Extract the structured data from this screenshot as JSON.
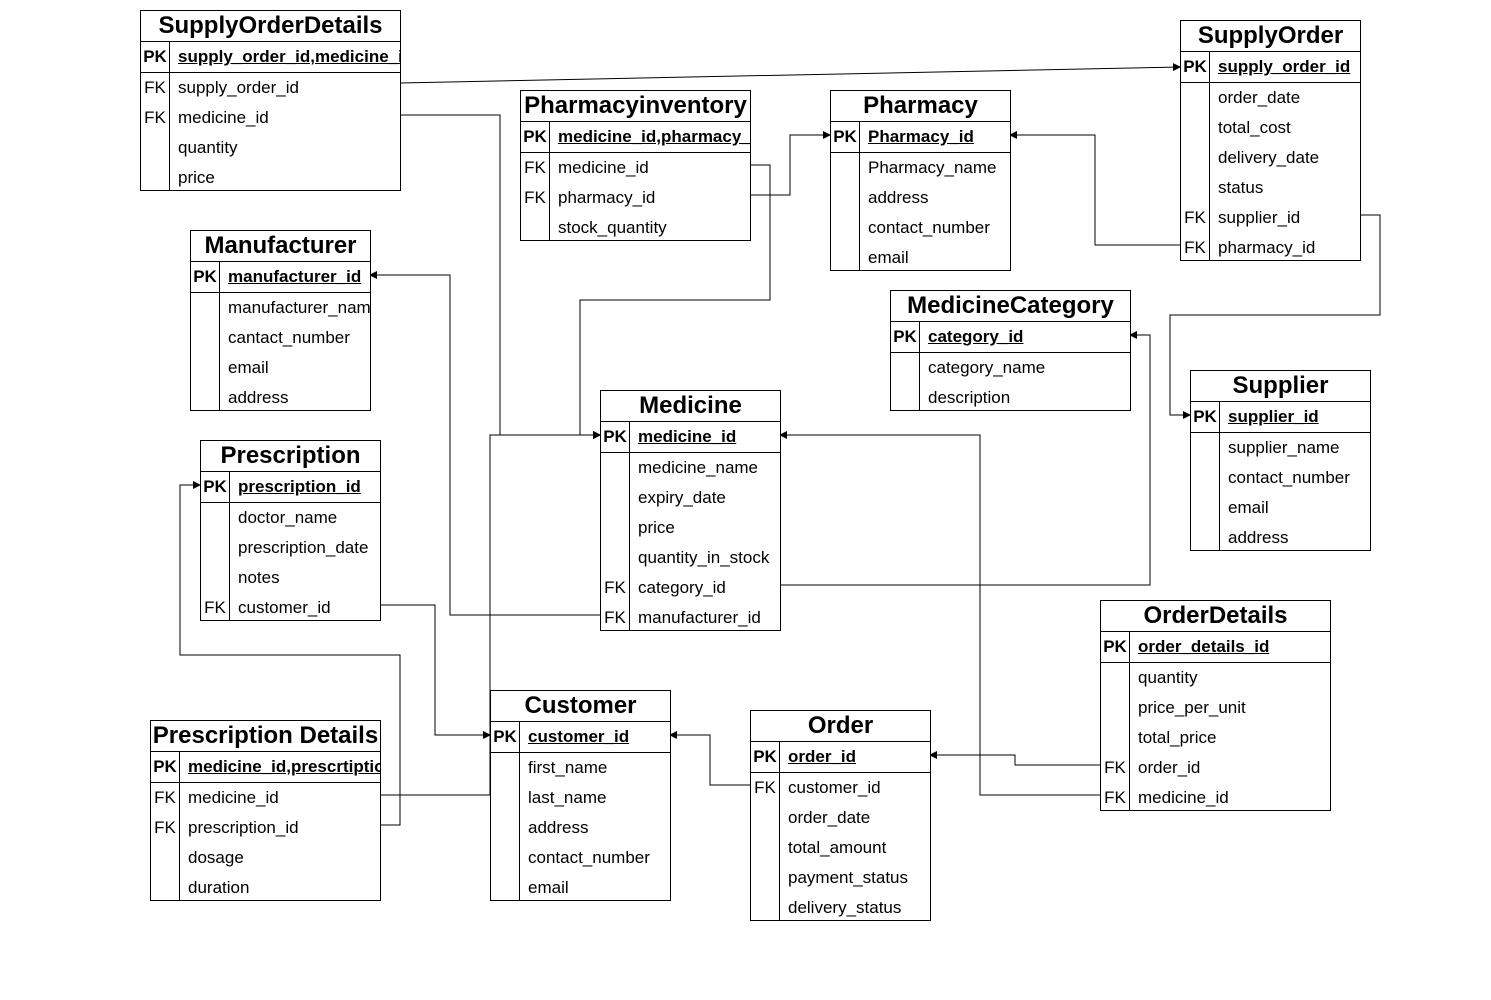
{
  "entities": [
    {
      "id": "supply_order_details",
      "title": "SupplyOrderDetails",
      "pk": "supply_order_id,medicine_id",
      "rows": [
        {
          "key": "FK",
          "field": "supply_order_id"
        },
        {
          "key": "FK",
          "field": "medicine_id"
        },
        {
          "key": "",
          "field": "quantity"
        },
        {
          "key": "",
          "field": "price"
        }
      ]
    },
    {
      "id": "supply_order",
      "title": "SupplyOrder",
      "pk": "supply_order_id",
      "rows": [
        {
          "key": "",
          "field": "order_date"
        },
        {
          "key": "",
          "field": "total_cost"
        },
        {
          "key": "",
          "field": "delivery_date"
        },
        {
          "key": "",
          "field": "status"
        },
        {
          "key": "FK",
          "field": "supplier_id"
        },
        {
          "key": "FK",
          "field": "pharmacy_id"
        }
      ]
    },
    {
      "id": "pharmacy_inventory",
      "title": "Pharmacyinventory",
      "pk": "medicine_id,pharmacy_id",
      "rows": [
        {
          "key": "FK",
          "field": "medicine_id"
        },
        {
          "key": "FK",
          "field": "pharmacy_id"
        },
        {
          "key": "",
          "field": "stock_quantity"
        }
      ]
    },
    {
      "id": "pharmacy",
      "title": "Pharmacy",
      "pk": "Pharmacy_id",
      "rows": [
        {
          "key": "",
          "field": "Pharmacy_name"
        },
        {
          "key": "",
          "field": "address"
        },
        {
          "key": "",
          "field": "contact_number"
        },
        {
          "key": "",
          "field": "email"
        }
      ]
    },
    {
      "id": "manufacturer",
      "title": "Manufacturer",
      "pk": "manufacturer_id",
      "rows": [
        {
          "key": "",
          "field": "manufacturer_name"
        },
        {
          "key": "",
          "field": "cantact_number"
        },
        {
          "key": "",
          "field": "email"
        },
        {
          "key": "",
          "field": "address"
        }
      ]
    },
    {
      "id": "medicine_category",
      "title": "MedicineCategory",
      "pk": "category_id",
      "rows": [
        {
          "key": "",
          "field": "category_name"
        },
        {
          "key": "",
          "field": "description"
        }
      ]
    },
    {
      "id": "supplier",
      "title": "Supplier",
      "pk": "supplier_id",
      "rows": [
        {
          "key": "",
          "field": "supplier_name"
        },
        {
          "key": "",
          "field": "contact_number"
        },
        {
          "key": "",
          "field": "email"
        },
        {
          "key": "",
          "field": "address"
        }
      ]
    },
    {
      "id": "medicine",
      "title": "Medicine",
      "pk": "medicine_id",
      "rows": [
        {
          "key": "",
          "field": "medicine_name"
        },
        {
          "key": "",
          "field": "expiry_date"
        },
        {
          "key": "",
          "field": "price"
        },
        {
          "key": "",
          "field": "quantity_in_stock"
        },
        {
          "key": "FK",
          "field": "category_id"
        },
        {
          "key": "FK",
          "field": "manufacturer_id"
        }
      ]
    },
    {
      "id": "prescription",
      "title": "Prescription",
      "pk": "prescription_id",
      "rows": [
        {
          "key": "",
          "field": "doctor_name"
        },
        {
          "key": "",
          "field": "prescription_date"
        },
        {
          "key": "",
          "field": "notes"
        },
        {
          "key": "FK",
          "field": "customer_id"
        }
      ]
    },
    {
      "id": "order_details",
      "title": "OrderDetails",
      "pk": "order_details_id",
      "rows": [
        {
          "key": "",
          "field": "quantity"
        },
        {
          "key": "",
          "field": "price_per_unit"
        },
        {
          "key": "",
          "field": "total_price"
        },
        {
          "key": "FK",
          "field": "order_id"
        },
        {
          "key": "FK",
          "field": "medicine_id"
        }
      ]
    },
    {
      "id": "customer",
      "title": "Customer",
      "pk": "customer_id",
      "rows": [
        {
          "key": "",
          "field": "first_name"
        },
        {
          "key": "",
          "field": "last_name"
        },
        {
          "key": "",
          "field": "address"
        },
        {
          "key": "",
          "field": "contact_number"
        },
        {
          "key": "",
          "field": "email"
        }
      ]
    },
    {
      "id": "order",
      "title": "Order",
      "pk": "order_id",
      "rows": [
        {
          "key": "FK",
          "field": "customer_id"
        },
        {
          "key": "",
          "field": "order_date"
        },
        {
          "key": "",
          "field": "total_amount"
        },
        {
          "key": "",
          "field": "payment_status"
        },
        {
          "key": "",
          "field": "delivery_status"
        }
      ]
    },
    {
      "id": "prescription_details",
      "title": "Prescription Details",
      "pk": "medicine_id,prescrtiption_id",
      "rows": [
        {
          "key": "FK",
          "field": "medicine_id"
        },
        {
          "key": "FK",
          "field": "prescription_id"
        },
        {
          "key": "",
          "field": "dosage"
        },
        {
          "key": "",
          "field": "duration"
        }
      ]
    }
  ],
  "pk_label": "PK"
}
